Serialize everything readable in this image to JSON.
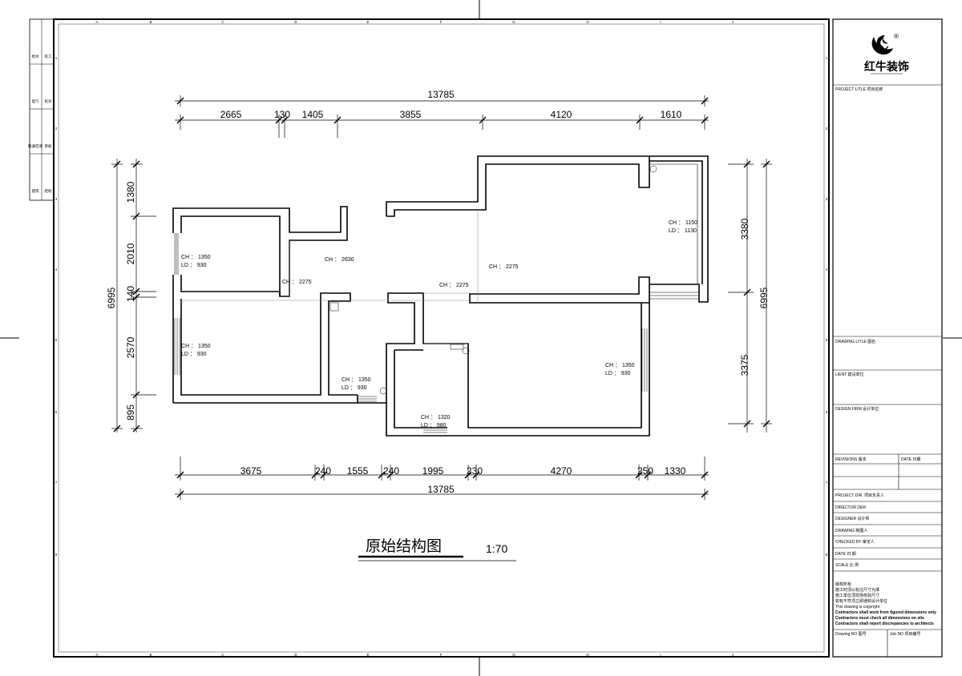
{
  "drawing": {
    "title": "原始结构图",
    "scale": "1:70"
  },
  "logo": {
    "brand": "红牛装饰",
    "registered": "®"
  },
  "dimensions": {
    "top_total": "13785",
    "top_segments": [
      "2665",
      "130",
      "1405",
      "3855",
      "4120",
      "1610"
    ],
    "bottom_total": "13785",
    "bottom_segments": [
      "3675",
      "240",
      "1555",
      "240",
      "1995",
      "230",
      "4270",
      "250",
      "1330"
    ],
    "left_total": "6995",
    "left_segments": [
      "1380",
      "2010",
      "140",
      "2570",
      "895"
    ],
    "right_total": "6995",
    "right_segments": [
      "3380",
      "3375"
    ]
  },
  "rooms": [
    {
      "ch": "CH ： 1350",
      "ld": "LD ： 930"
    },
    {
      "ch": "CH ： 1350",
      "ld": "LD ： 930"
    },
    {
      "ch": "CH ： 1350",
      "ld": "LD ： 930"
    },
    {
      "ch": "CH ： 1320",
      "ld": "LD ： 980"
    },
    {
      "ch": "CH ： 1350",
      "ld": "LD ： 930"
    },
    {
      "ch": "CH ： 1150",
      "ld": "LD ： 1130"
    }
  ],
  "beams": [
    "CH ： 2275",
    "CH ： 2630",
    "CH ： 2275",
    "CH ： 2275"
  ],
  "grid_letters": [
    "A",
    "B",
    "C",
    "D",
    "E",
    "F",
    "G",
    "H",
    "I",
    "J"
  ],
  "grid_numbers": [
    "1",
    "2",
    "3",
    "4",
    "5",
    "6",
    "7",
    "8"
  ],
  "left_strip": [
    "给水",
    "校工",
    "电气",
    "校对",
    "暖通空调",
    "审核",
    "建筑",
    "结构"
  ],
  "title_block": {
    "project_title": "PROJECT LITLE  项目名称",
    "drawing_title": "DRAWING LITLE  图名",
    "client": "LIENT  建设单位",
    "design_firm": "DESIGN FIRM  设计单位",
    "revisions": "REVISIONS  版本",
    "revisions_date": "DATE  日期",
    "project_dir": "PROJECT DIR.    项目负责人",
    "director": "DIRECTOR DER",
    "designer": "DESIGNER      设计师",
    "drawing": "DRAWING       制图人",
    "checked": "CHECKED BY    审定人",
    "date": "DATE           日    期",
    "scale": "SCALE          比    例",
    "notes": [
      "版权所有",
      "施工时须以标注尺寸为准",
      "施工单位须现场校验尺寸",
      "如有不符须立即通知设计单位",
      "This drawing is copyright",
      "Contractors shall work from figured dimensions only",
      "Contractors must check all dimensions on site",
      "Contractors shall report discrepancies to architects"
    ],
    "drawing_no": "Drawing NO  图号",
    "job_no": "Job NO  项目编号"
  }
}
